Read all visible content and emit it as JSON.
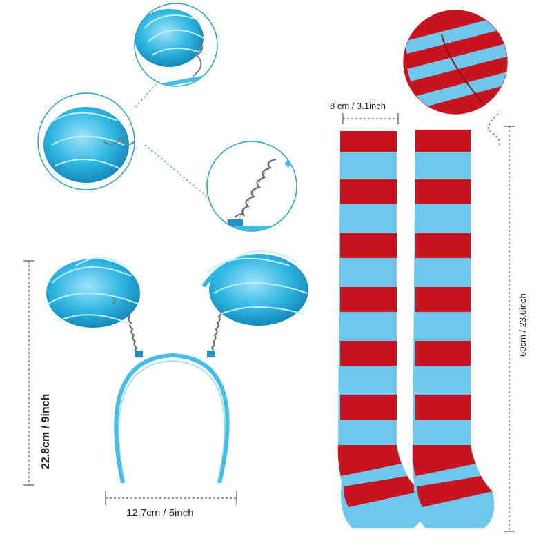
{
  "labels": {
    "sock_width": "8 cm /  3.1inch",
    "sock_length": "60cm /  23.6inch",
    "headband_width": "12.7cm / 5inch",
    "headband_height": "22.8cm / 9inch"
  },
  "colors": {
    "sock_red": "#c8141e",
    "sock_blue": "#6ec8ee",
    "hair_blue": "#2fb6e2",
    "headband_blue": "#45bde6",
    "callout_red": "#c02030",
    "callout_teal": "#2a9fc4",
    "dimension_line": "#333333"
  }
}
